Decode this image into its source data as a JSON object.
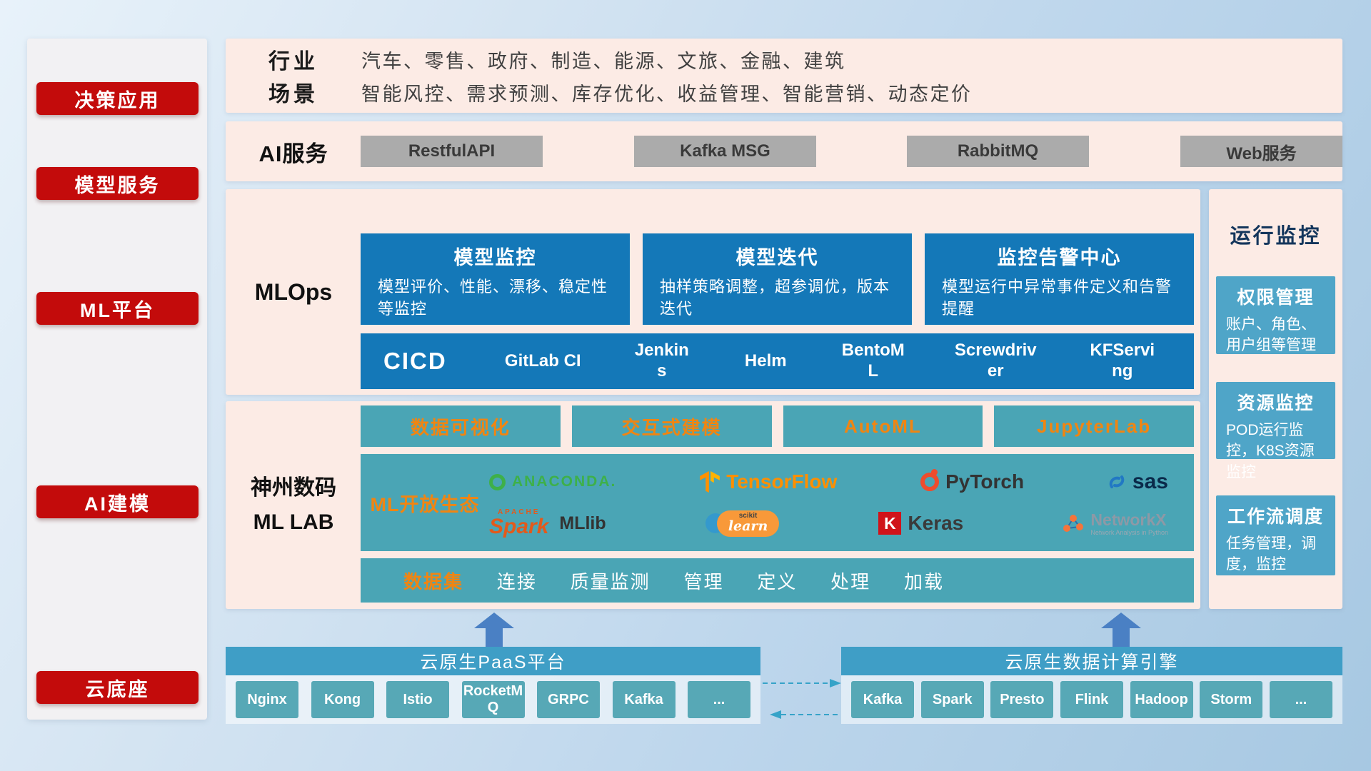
{
  "sidebar": {
    "badges": [
      "决策应用",
      "模型服务",
      "ML平台",
      "AI建模",
      "云底座"
    ]
  },
  "industry": {
    "label1": "行业",
    "text1": "汽车、零售、政府、制造、能源、文旅、金融、建筑",
    "label2": "场景",
    "text2": "智能风控、需求预测、库存优化、收益管理、智能营销、动态定价"
  },
  "ai_service": {
    "label": "AI服务",
    "buttons": [
      "RestfulAPI",
      "Kafka MSG",
      "RabbitMQ",
      "Web服务"
    ]
  },
  "mlops": {
    "label": "MLOps",
    "boxes": [
      {
        "title": "模型监控",
        "desc": "模型评价、性能、漂移、稳定性等监控"
      },
      {
        "title": "模型迭代",
        "desc": "抽样策略调整，超参调优，版本迭代"
      },
      {
        "title": "监控告警中心",
        "desc": "模型运行中异常事件定义和告警提醒"
      }
    ],
    "cicd_label": "CICD",
    "cicd_tools": [
      "GitLab CI",
      "Jenkins",
      "Helm",
      "BentoML",
      "Screwdriver",
      "KFServing"
    ]
  },
  "mllab": {
    "label1": "神州数码",
    "label2": "ML LAB",
    "tabs": [
      "数据可视化",
      "交互式建模",
      "AutoML",
      "JupyterLab"
    ],
    "eco_label": "ML开放生态",
    "logos": {
      "anaconda": "ANACONDA.",
      "tensorflow": "TensorFlow",
      "pytorch": "PyTorch",
      "sas": "sas",
      "apache": "APACHE",
      "spark": "Spark",
      "mllib": "MLlib",
      "scikit": "scikit",
      "learn": "learn",
      "keras_initial": "K",
      "keras": "Keras",
      "networkx": "NetworkX",
      "networkx_sub": "Network Analysis in Python"
    },
    "dataset_label": "数据集",
    "dataset_items": [
      "连接",
      "质量监测",
      "管理",
      "定义",
      "处理",
      "加载"
    ]
  },
  "monitor": {
    "title": "运行监控",
    "boxes": [
      {
        "title": "权限管理",
        "desc": "账户、角色、用户组等管理"
      },
      {
        "title": "资源监控",
        "desc": "POD运行监控，K8S资源监控"
      },
      {
        "title": "工作流调度",
        "desc": "任务管理，调度，监控"
      }
    ]
  },
  "cloud": {
    "paas_title": "云原生PaaS平台",
    "paas_items": [
      "Nginx",
      "Kong",
      "Istio",
      "RocketMQ",
      "GRPC",
      "Kafka",
      "..."
    ],
    "engine_title": "云原生数据计算引擎",
    "engine_items": [
      "Kafka",
      "Spark",
      "Presto",
      "Flink",
      "Hadoop",
      "Storm",
      "..."
    ]
  },
  "colors": {
    "accent-red": "#c30b0b",
    "panel-pink": "#fcebe5",
    "box-blue": "#1478b8",
    "box-teal": "#4aa5b5",
    "accent-orange": "#f08512",
    "monitor-blue": "#4fa5c8",
    "bar-blue": "#3f9ec6",
    "btn-teal": "#57a8b6",
    "btn-gray": "#ababab",
    "arrow-blue": "#4a80c4",
    "dash-teal": "#36a3c8",
    "navy": "#14365c"
  }
}
